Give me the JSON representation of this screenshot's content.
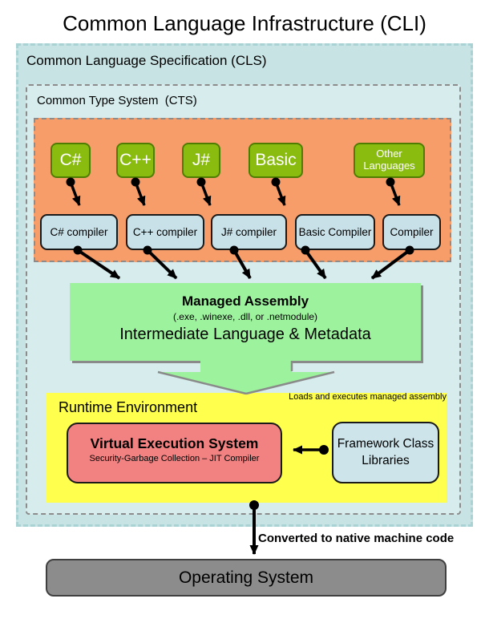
{
  "title": "Common Language Infrastructure (CLI)",
  "cls": {
    "label": "Common Language Specification (CLS)"
  },
  "cts": {
    "label": "Common Type System  (CTS)"
  },
  "languages": [
    "C#",
    "C++",
    "J#",
    "Basic",
    "Other Languages"
  ],
  "compilers": [
    "C# compiler",
    "C++ compiler",
    "J# compiler",
    "Basic Compiler",
    "Compiler"
  ],
  "assembly": {
    "title": "Managed Assembly",
    "subtitle": "(.exe, .winexe, .dll, or .netmodule)",
    "line2": "Intermediate Language & Metadata"
  },
  "runtime": {
    "label": "Runtime Environment",
    "note": "Loads and executes managed assembly",
    "ves": {
      "title": "Virtual Execution System",
      "subtitle": "Security-Garbage Collection – JIT Compiler"
    },
    "fcl": {
      "label": "Framework Class Libraries"
    }
  },
  "os": {
    "label": "Operating System",
    "note": "Converted to native machine code"
  },
  "colors": {
    "cls_teal": "#c8e3e4",
    "cts_teal": "#d6eced",
    "languages_orange": "#f79d69",
    "language_green": "#8abc10",
    "compiler_blue": "#c8e1e8",
    "assembly_green": "#9df29d",
    "runtime_yellow": "#ffff4d",
    "ves_red": "#f28181",
    "fcl_blue": "#cce4ea",
    "os_gray": "#8c8c8c"
  }
}
